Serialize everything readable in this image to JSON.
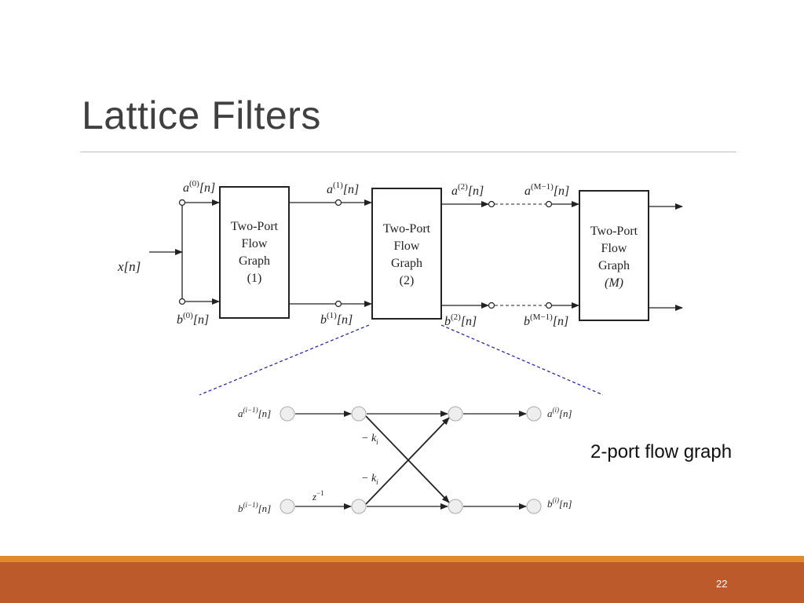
{
  "slide": {
    "title": "Lattice Filters",
    "caption": "2-port flow graph",
    "page_number": "22"
  },
  "top_diagram": {
    "input_label": "x[n]",
    "blocks": [
      {
        "line1": "Two-Port",
        "line2": "Flow",
        "line3": "Graph",
        "line4": "(1)"
      },
      {
        "line1": "Two-Port",
        "line2": "Flow",
        "line3": "Graph",
        "line4": "(2)"
      },
      {
        "line1": "Two-Port",
        "line2": "Flow",
        "line3": "Graph",
        "line4": "(M)"
      }
    ],
    "top_labels": [
      {
        "base": "a",
        "sup": "(0)",
        "arg": "[n]"
      },
      {
        "base": "a",
        "sup": "(1)",
        "arg": "[n]"
      },
      {
        "base": "a",
        "sup": "(2)",
        "arg": "[n]"
      },
      {
        "base": "a",
        "sup": "(M−1)",
        "arg": "[n]"
      }
    ],
    "bottom_labels": [
      {
        "base": "b",
        "sup": "(0)",
        "arg": "[n]"
      },
      {
        "base": "b",
        "sup": "(1)",
        "arg": "[n]"
      },
      {
        "base": "b",
        "sup": "(2)",
        "arg": "[n]"
      },
      {
        "base": "b",
        "sup": "(M−1)",
        "arg": "[n]"
      }
    ]
  },
  "bottom_diagram": {
    "a_in": {
      "base": "a",
      "sup": "(i−1)",
      "arg": "[n]"
    },
    "b_in": {
      "base": "b",
      "sup": "(i−1)",
      "arg": "[n]"
    },
    "a_out": {
      "base": "a",
      "sup": "(i)",
      "arg": "[n]"
    },
    "b_out": {
      "base": "b",
      "sup": "(i)",
      "arg": "[n]"
    },
    "coef_top": {
      "base": "− k",
      "sub": "i"
    },
    "coef_bottom": {
      "base": "− k",
      "sub": "i"
    },
    "delay": {
      "base": "z",
      "sup": "−1"
    }
  },
  "colors": {
    "zoom_lines": "#1a1aa6",
    "footer": "#bd5a2b",
    "footer_accent": "#e08a2a",
    "title_text": "#404040"
  }
}
